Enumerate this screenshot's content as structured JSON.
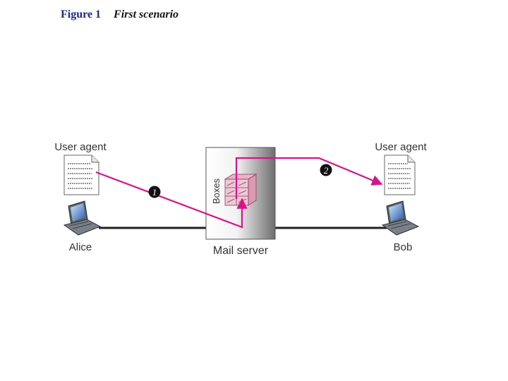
{
  "figure": {
    "number": "Figure 1",
    "title": "First scenario"
  },
  "diagram": {
    "left_agent_label": "User agent",
    "right_agent_label": "User agent",
    "left_user": "Alice",
    "right_user": "Bob",
    "server_label": "Mail server",
    "boxes_label": "Boxes",
    "step1": "1",
    "step2": "2"
  },
  "colors": {
    "arrow": "#d6148c",
    "caption_number": "#1c2a8c",
    "laptop": "#5a6068"
  }
}
